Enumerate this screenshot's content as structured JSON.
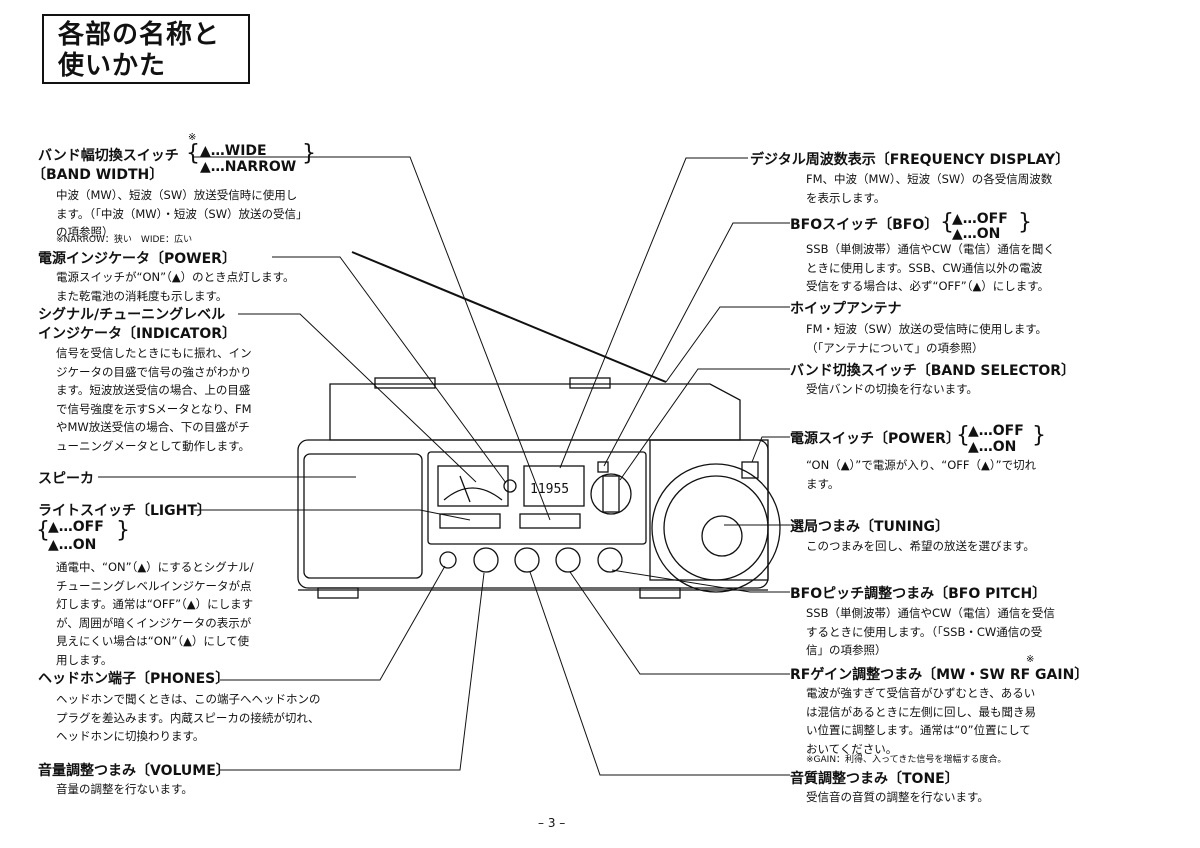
{
  "title": [
    "各部の名称と",
    "使いかた"
  ],
  "page_number": "– 3 –",
  "radio_display": "11955",
  "left": {
    "band_width": {
      "heading": "バンド幅切換スイッチ",
      "opt1": "…WIDE",
      "opt2": "…NARROW",
      "heading2": "〔BAND WIDTH〕",
      "note_mark": "※",
      "desc": [
        "中波（MW）、短波（SW）放送受信時に使用し",
        "ます。（「中波（MW）・短波（SW）放送の受信」",
        "の項参照）"
      ],
      "note": "※NARROW：狭い　WIDE：広い"
    },
    "power_indicator": {
      "heading": "電源インジケータ〔POWER〕",
      "desc": [
        "電源スイッチが“ON”（▲）のとき点灯します。",
        "また乾電池の消耗度も示します。"
      ]
    },
    "signal_indicator": {
      "heading": "シグナル/チューニングレベル",
      "heading2": "インジケータ〔INDICATOR〕",
      "desc": [
        "信号を受信したときにもに振れ、イン",
        "ジケータの目盛で信号の強さがわかり",
        "ます。短波放送受信の場合、上の目盛",
        "で信号強度を示すSメータとなり、FM",
        "やMW放送受信の場合、下の目盛がチ",
        "ューニングメータとして動作します。"
      ]
    },
    "speaker": {
      "heading": "スピーカ"
    },
    "light_switch": {
      "heading": "ライトスイッチ〔LIGHT〕",
      "opt1": "…OFF",
      "opt2": "…ON",
      "desc": [
        "通電中、“ON”（▲）にするとシグナル/",
        "チューニングレベルインジケータが点",
        "灯します。通常は“OFF”（▲）にします",
        "が、周囲が暗くインジケータの表示が",
        "見えにくい場合は“ON”（▲）にして使",
        "用します。"
      ]
    },
    "phones": {
      "heading": "ヘッドホン端子〔PHONES〕",
      "desc": [
        "ヘッドホンで聞くときは、この端子へヘッドホンの",
        "プラグを差込みます。内蔵スピーカの接続が切れ、",
        "ヘッドホンに切換わります。"
      ]
    },
    "volume": {
      "heading": "音量調整つまみ〔VOLUME〕",
      "desc": [
        "音量の調整を行ないます。"
      ]
    }
  },
  "right": {
    "freq_display": {
      "heading": "デジタル周波数表示〔FREQUENCY DISPLAY〕",
      "desc": [
        "FM、中波（MW）、短波（SW）の各受信周波数",
        "を表示します。"
      ]
    },
    "bfo_switch": {
      "heading": "BFOスイッチ〔BFO〕",
      "opt1": "…OFF",
      "opt2": "…ON",
      "desc": [
        "SSB（単側波帯）通信やCW（電信）通信を聞く",
        "ときに使用します。SSB、CW通信以外の電波",
        "受信をする場合は、必ず“OFF”（▲）にします。"
      ]
    },
    "antenna": {
      "heading": "ホイップアンテナ",
      "desc": [
        "FM・短波（SW）放送の受信時に使用します。",
        "（「アンテナについて」の項参照）"
      ]
    },
    "band_selector": {
      "heading": "バンド切換スイッチ〔BAND SELECTOR〕",
      "desc": [
        "受信バンドの切換を行ないます。"
      ]
    },
    "power_switch": {
      "heading": "電源スイッチ〔POWER〕",
      "opt1": "…OFF",
      "opt2": "…ON",
      "desc": [
        "“ON（▲）”で電源が入り、“OFF（▲）”で切れ",
        "ます。"
      ]
    },
    "tuning": {
      "heading": "選局つまみ〔TUNING〕",
      "desc": [
        "このつまみを回し、希望の放送を選びます。"
      ]
    },
    "bfo_pitch": {
      "heading": "BFOピッチ調整つまみ〔BFO PITCH〕",
      "desc": [
        "SSB（単側波帯）通信やCW（電信）通信を受信",
        "するときに使用します。（「SSB・CW通信の受",
        "信」の項参照）"
      ]
    },
    "rf_gain": {
      "heading": "RFゲイン調整つまみ〔MW・SW RF GAIN〕",
      "note_mark": "※",
      "desc": [
        "電波が強すぎて受信音がひずむとき、あるい",
        "は混信があるときに左側に回し、最も聞き易",
        "い位置に調整します。通常は“0”位置にして",
        "おいてください。"
      ],
      "note": "※GAIN：利得、入ってきた信号を増幅する度合。"
    },
    "tone": {
      "heading": "音質調整つまみ〔TONE〕",
      "desc": [
        "受信音の音質の調整を行ないます。"
      ]
    }
  }
}
